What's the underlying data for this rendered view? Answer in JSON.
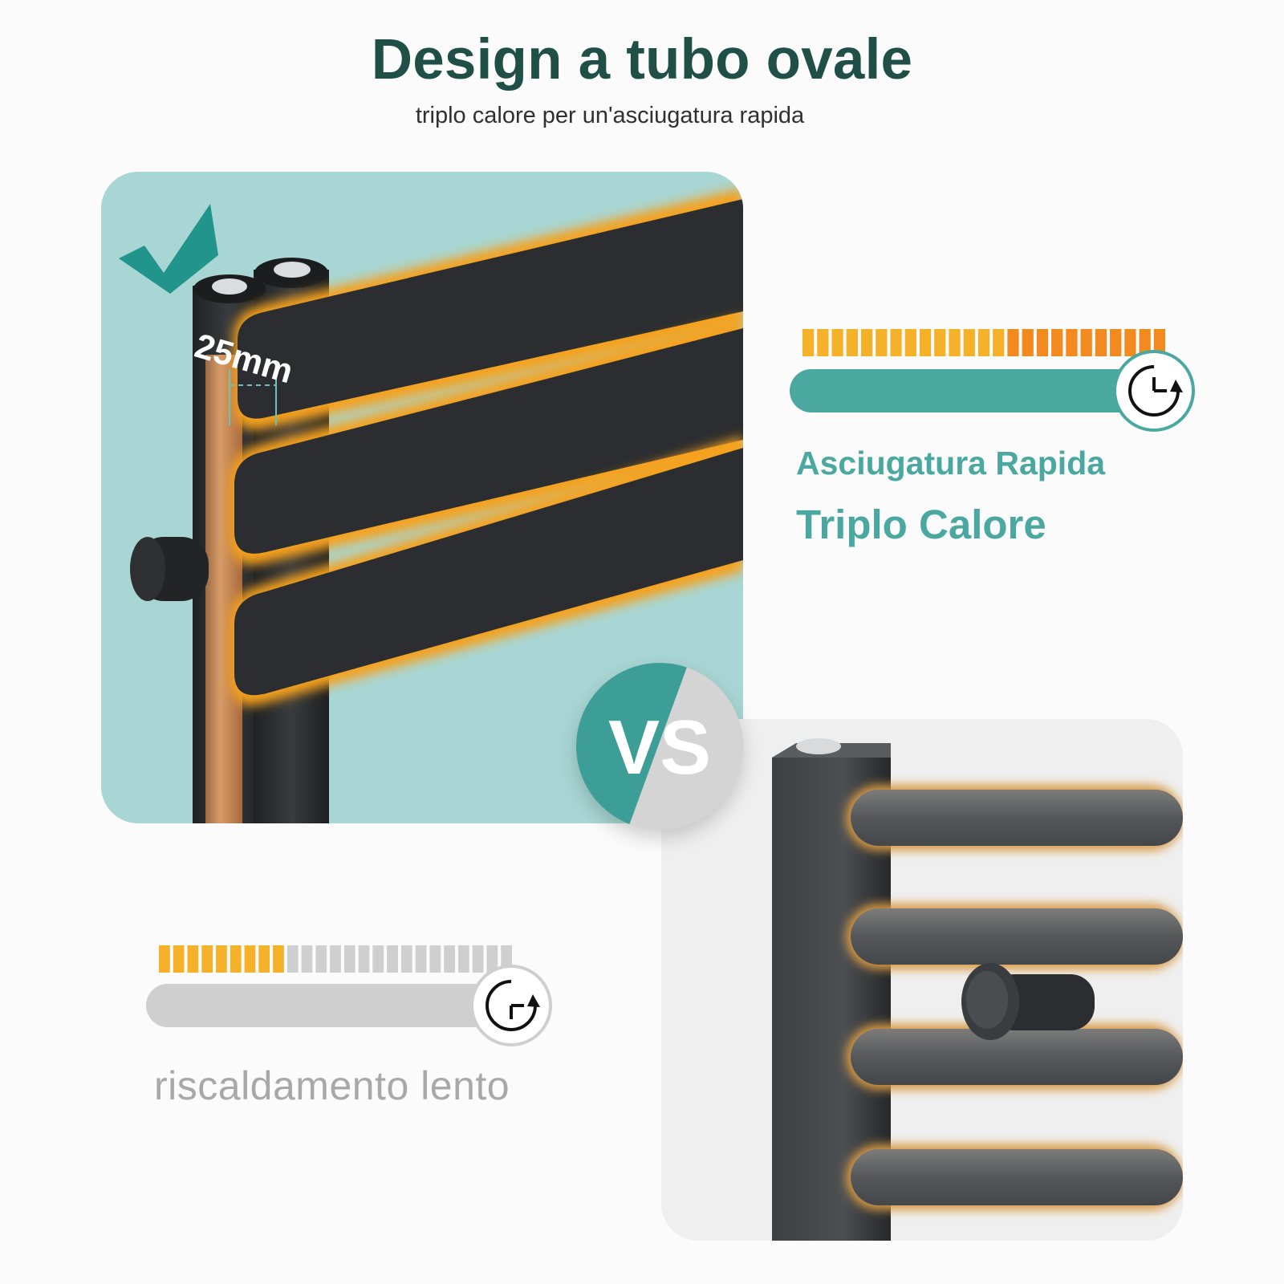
{
  "header": {
    "title": "Design a tubo ovale",
    "subtitle": "triplo calore per un'asciugatura rapida"
  },
  "oval_panel": {
    "measurement_label": "25mm",
    "status_icon": "checkmark-icon"
  },
  "comparison": {
    "vs_label": "VS"
  },
  "fast_heating": {
    "heat_level": 1.0,
    "label_primary": "Asciugatura Rapida",
    "label_secondary": "Triplo Calore",
    "icon": "clock-fast-icon"
  },
  "slow_heating": {
    "heat_level": 0.35,
    "label": "riscaldamento lento",
    "icon": "clock-slow-icon"
  },
  "colors": {
    "title": "#1f4f46",
    "accent": "#4aa8a1",
    "panel_good": "#a8d6d4",
    "heat_orange": "#f28a1f",
    "heat_yellow": "#f6b12a",
    "neutral_gray": "#cfcfcf",
    "dark_metal": "#2d2f31"
  }
}
